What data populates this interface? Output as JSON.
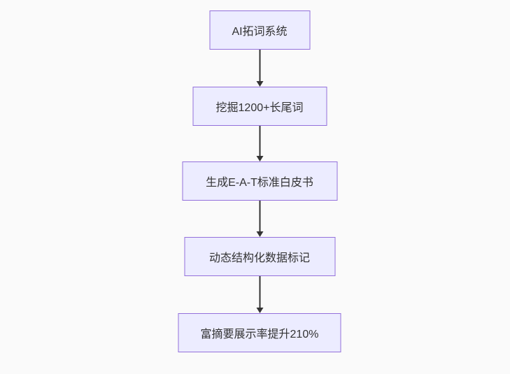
{
  "diagram": {
    "type": "flowchart-top-down",
    "nodes": [
      {
        "id": "A",
        "label": "AI拓词系统"
      },
      {
        "id": "B",
        "label": "挖掘1200+长尾词"
      },
      {
        "id": "C",
        "label": "生成E-A-T标准白皮书"
      },
      {
        "id": "D",
        "label": "动态结构化数据标记"
      },
      {
        "id": "E",
        "label": "富摘要展示率提升210%"
      }
    ],
    "edges": [
      {
        "from": "A",
        "to": "B"
      },
      {
        "from": "B",
        "to": "C"
      },
      {
        "from": "C",
        "to": "D"
      },
      {
        "from": "D",
        "to": "E"
      }
    ],
    "colors": {
      "node_fill": "#ECECFF",
      "node_border": "#9370DB",
      "node_text": "#333333",
      "arrow": "#333333",
      "background": "#fafafa"
    }
  }
}
